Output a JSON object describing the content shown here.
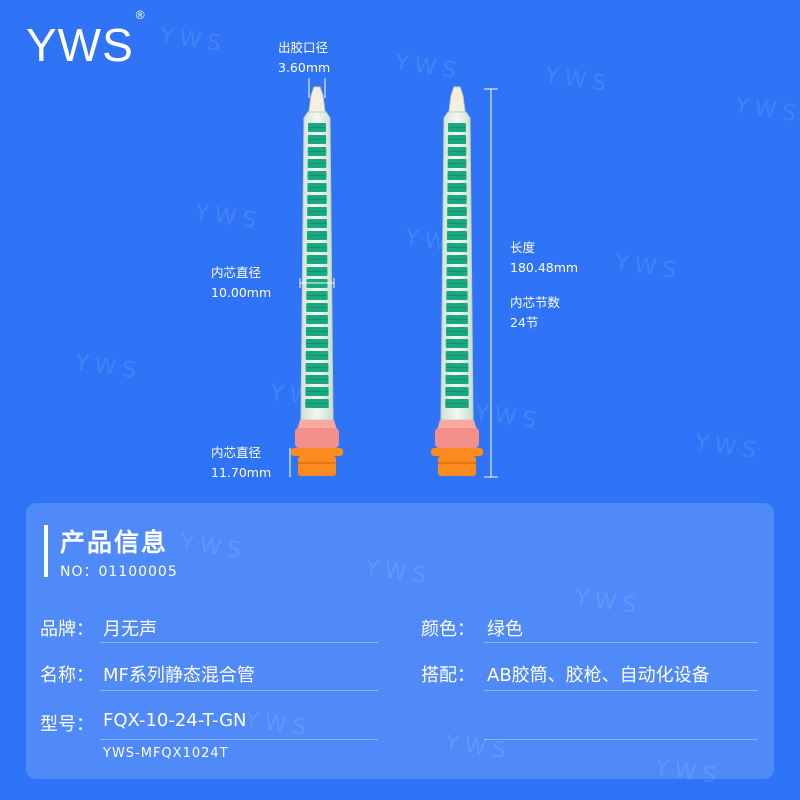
{
  "brand": {
    "logo": "YWS",
    "registered": "®"
  },
  "watermark": "YWS",
  "dimensions": {
    "outlet": {
      "label": "出胶口径",
      "value": "3.60mm"
    },
    "core_diameter": {
      "label": "内芯直径",
      "value": "10.00mm"
    },
    "base_diameter": {
      "label": "内芯直径",
      "value": "11.70mm"
    },
    "length": {
      "label": "长度",
      "value": "180.48mm"
    },
    "sections": {
      "label": "内芯节数",
      "value": "24节"
    }
  },
  "colors": {
    "background": "#2f74f7",
    "mixer_green": "#1aa882",
    "cap_pink": "#f48f8a",
    "base_orange": "#fb8b1e"
  },
  "info": {
    "title": "产品信息",
    "no": "NO：01100005",
    "rows": [
      {
        "label": "品牌：",
        "value": "月无声"
      },
      {
        "label": "名称：",
        "value": "MF系列静态混合管"
      },
      {
        "label": "型号：",
        "value": "FQX-10-24-T-GN"
      }
    ],
    "rows_right": [
      {
        "label": "颜色：",
        "value": "绿色"
      },
      {
        "label": "搭配：",
        "value": "AB胶筒、胶枪、自动化设备"
      }
    ],
    "model_sub": "YWS-MFQX1024T"
  }
}
